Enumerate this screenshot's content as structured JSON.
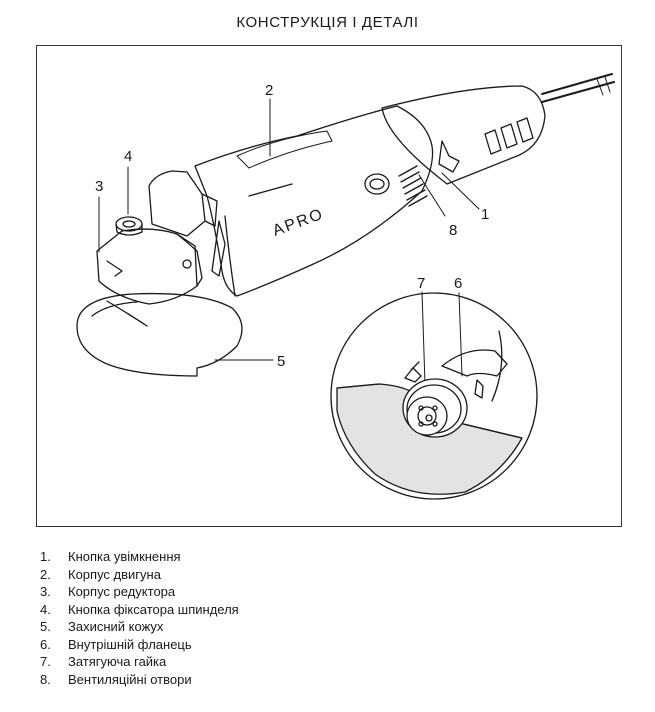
{
  "title": "КОНСТРУКЦІЯ І ДЕТАЛІ",
  "brand": "APRO",
  "callouts": [
    "1",
    "2",
    "3",
    "4",
    "5",
    "6",
    "7",
    "8"
  ],
  "legend": [
    {
      "num": "1.",
      "text": "Кнопка увімкнення"
    },
    {
      "num": "2.",
      "text": "Корпус двигуна"
    },
    {
      "num": "3.",
      "text": "Корпус редуктора"
    },
    {
      "num": "4.",
      "text": "Кнопка фіксатора шпинделя"
    },
    {
      "num": "5.",
      "text": "Захисний кожух"
    },
    {
      "num": "6.",
      "text": "Внутрішній фланець"
    },
    {
      "num": "7.",
      "text": "Затягуюча гайка"
    },
    {
      "num": "8.",
      "text": "Вентиляційні отвори"
    }
  ]
}
